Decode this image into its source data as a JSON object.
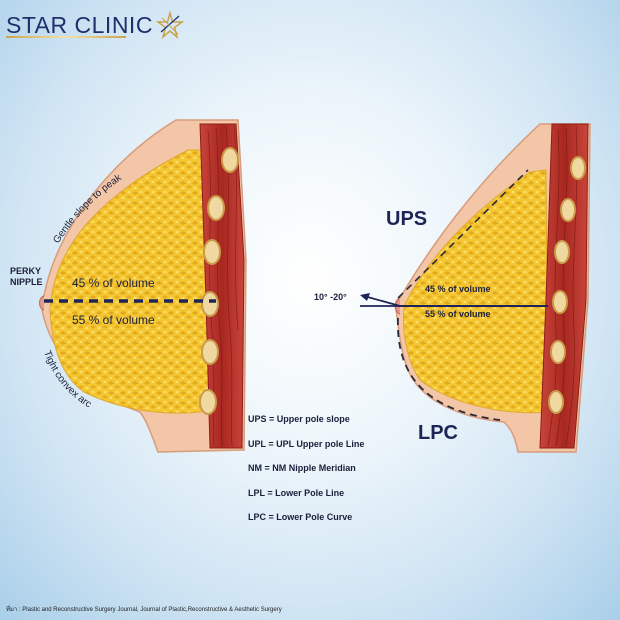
{
  "brand": {
    "name": "STAR CLINIC",
    "logo_icon": "star-icon",
    "colors": {
      "brand_text": "#1f2f6b",
      "gold": "#c8a34a"
    }
  },
  "left_diagram": {
    "perky_nipple": "PERKY\nNIPPLE",
    "gentle_slope": "Gentle slope to peak",
    "tight_convex_arc": "Tight convex arc",
    "upper_volume": "45 % of volume",
    "lower_volume": "55 % of volume"
  },
  "right_diagram": {
    "ups": "UPS",
    "lpc": "LPC",
    "angle": "10° -20°",
    "upper_volume": "45 % of volume",
    "lower_volume": "55 % of volume"
  },
  "legend": [
    "UPS = Upper pole slope",
    "UPL = UPL Upper pole Line",
    "NM = NM  Nipple Meridian",
    "LPL = Lower Pole Line",
    "LPC = Lower Pole Curve"
  ],
  "source": "ที่มา : Plastic and Reconstructive Surgery Journal, Journal of Plastic,Reconstructive & Aesthetic Surgery",
  "colors": {
    "skin": "#f2c6a6",
    "skin_edge": "#d79c7c",
    "fat": "#f2c230",
    "muscle": "#b8322a",
    "navy": "#1c2556"
  }
}
